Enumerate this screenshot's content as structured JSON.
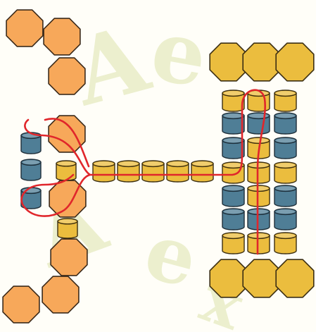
{
  "colors": {
    "background": "#fffef8",
    "watermark": "#e9edc7",
    "orange_fill": "#f7a85a",
    "orange_stroke": "#3b2a1a",
    "gold_fill": "#ebbd3e",
    "gold_stroke": "#3b2e12",
    "blue_fill": "#4f7e96",
    "blue_stroke": "#1f2f3a",
    "red_path": "#e0262b"
  },
  "icons": {
    "watermark": "logo-watermark",
    "orange": "orange-octagon-subunit",
    "gold_large": "gold-octagon-subunit",
    "cylinder": "cylinder-unit",
    "path": "red-connection-path"
  }
}
